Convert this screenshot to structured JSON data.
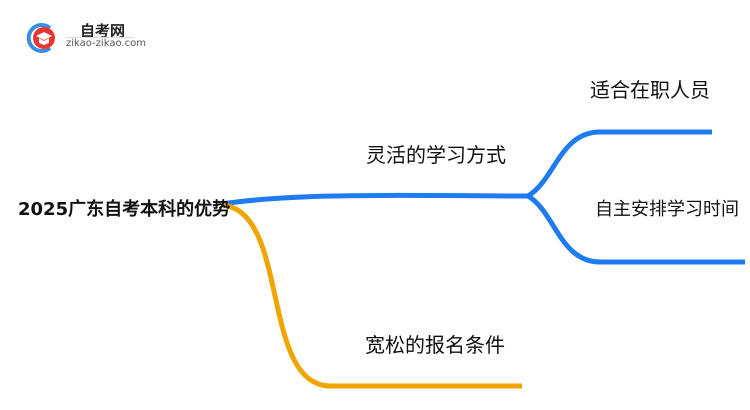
{
  "logo": {
    "title": "自考网",
    "url": "zikao-zikao.com"
  },
  "colors": {
    "branch_blue": "#1e7bf0",
    "branch_orange": "#f0a500",
    "logo_red": "#e8362f",
    "logo_blue": "#3a8ee6"
  },
  "mindmap": {
    "root": "2025广东自考本科的优势",
    "branches": [
      {
        "label": "灵活的学习方式",
        "color": "#1e7bf0",
        "children": [
          {
            "label": "适合在职人员"
          },
          {
            "label": "自主安排学习时间"
          }
        ]
      },
      {
        "label": "宽松的报名条件",
        "color": "#f0a500",
        "children": []
      }
    ]
  }
}
